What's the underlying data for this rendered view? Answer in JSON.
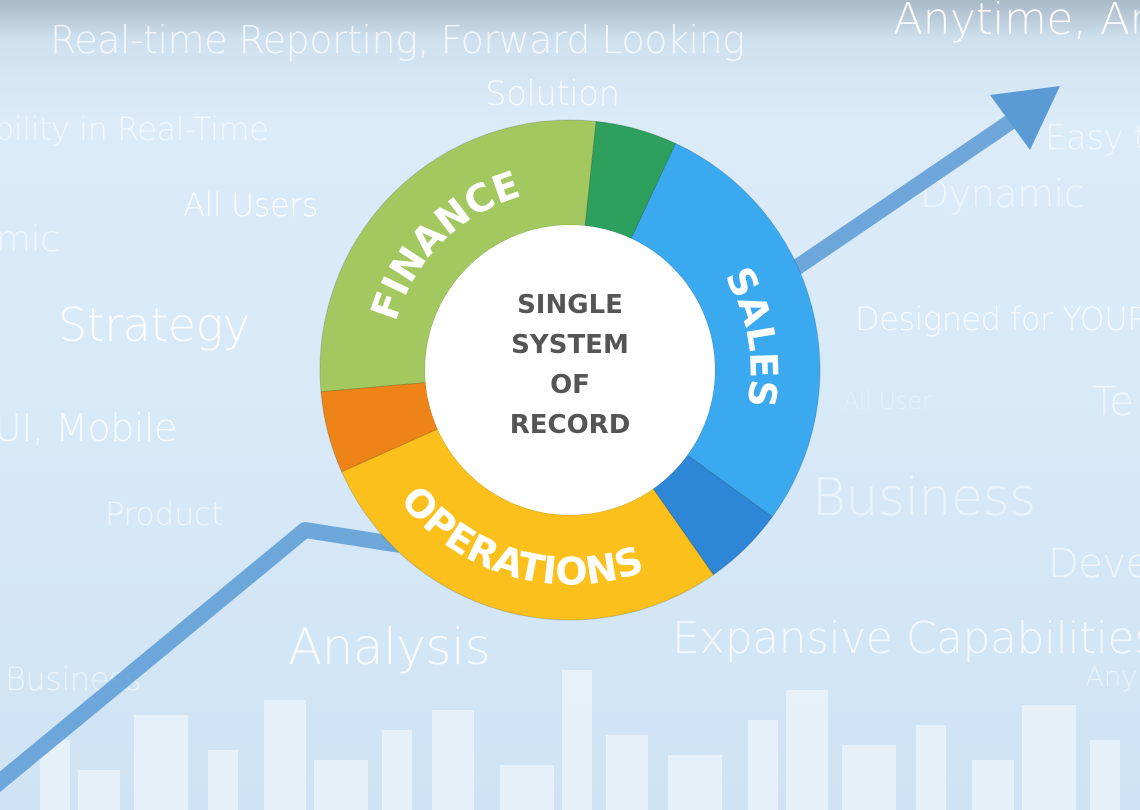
{
  "background_words": [
    "Real-time Reporting, Forward Looking",
    "Anytime, An",
    "bility in Real-Time",
    "Solution",
    "Easy to",
    "All Users",
    "Dynamic",
    "mic",
    "Strategy",
    "Designed for YOUR",
    "UI, Mobile",
    "All User",
    "Te",
    "Product",
    "Business",
    "Deve",
    "Analysis",
    "Expansive Capabilities",
    "Business",
    "Any"
  ],
  "ring": {
    "segments": [
      {
        "name": "finance",
        "label": "FINANCE",
        "color": "#a3c85f",
        "start": 265,
        "end": 366
      },
      {
        "name": "finance-accent",
        "label": "",
        "color": "#2da05e",
        "start": 6,
        "end": 25
      },
      {
        "name": "sales",
        "label": "SALES",
        "color": "#3aa9ef",
        "start": 25,
        "end": 126
      },
      {
        "name": "sales-accent",
        "label": "",
        "color": "#2e86d6",
        "start": 126,
        "end": 145
      },
      {
        "name": "operations",
        "label": "OPERATIONS",
        "color": "#fbc01c",
        "start": 145,
        "end": 246
      },
      {
        "name": "operations-accent",
        "label": "",
        "color": "#ee8418",
        "start": 246,
        "end": 265
      }
    ]
  },
  "center": {
    "lines": [
      "SINGLE",
      "SYSTEM",
      "OF",
      "RECORD"
    ]
  },
  "colors": {
    "arrow": "#5b9bd5",
    "text": "#555555"
  }
}
